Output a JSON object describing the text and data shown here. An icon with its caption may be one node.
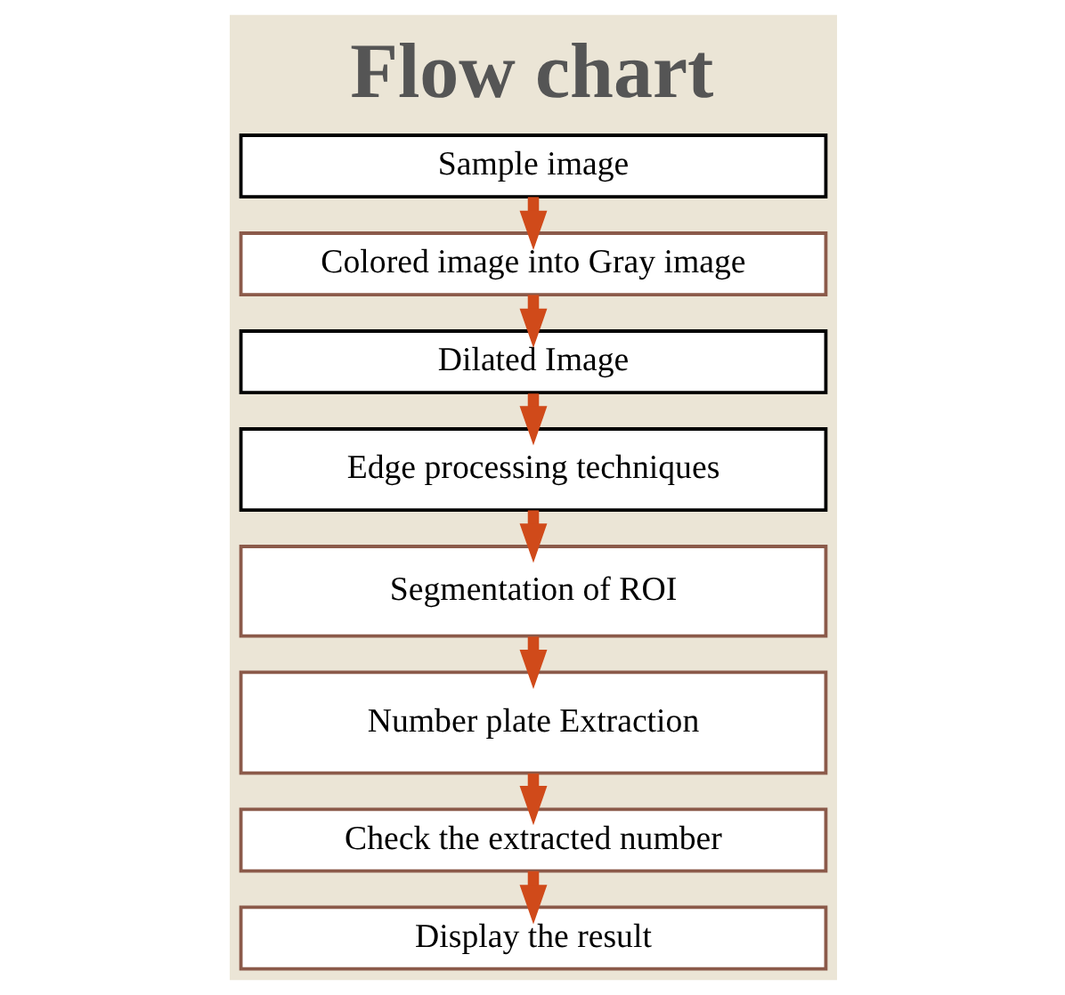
{
  "diagram": {
    "title": "Flow chart",
    "nodes": [
      {
        "text": [
          "Sample image"
        ]
      },
      {
        "text": [
          "Colored image into Gray image"
        ]
      },
      {
        "text": [
          "Dilated Image"
        ]
      },
      {
        "text": [
          "Edge processing techniques"
        ]
      },
      {
        "text": [
          "Segmentation of ROI"
        ]
      },
      {
        "text": [
          "Number plate Extraction"
        ]
      },
      {
        "text": [
          "Check the extracted number"
        ]
      },
      {
        "text": [
          "Display the result"
        ]
      }
    ],
    "edges": [
      {
        "from": 0,
        "to": 1,
        "arrow": "to"
      },
      {
        "from": 1,
        "to": 2,
        "arrow": "to"
      },
      {
        "from": 2,
        "to": 3,
        "arrow": "to"
      },
      {
        "from": 3,
        "to": 4,
        "arrow": "to"
      },
      {
        "from": 4,
        "to": 5,
        "arrow": "to"
      },
      {
        "from": 5,
        "to": 6,
        "arrow": "to"
      },
      {
        "from": 6,
        "to": 7,
        "arrow": "to"
      }
    ]
  }
}
